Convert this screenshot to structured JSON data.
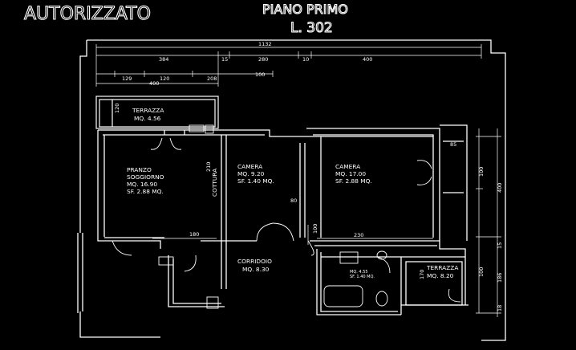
{
  "header": {
    "stamp": "AUTORIZZATO",
    "floor": "PIANO PRIMO",
    "unit": "L. 302"
  },
  "dimensions": {
    "total": "1132",
    "d384": "384",
    "d15a": "15",
    "d280": "280",
    "d10": "10",
    "d400a": "400",
    "d129": "129",
    "d120": "120",
    "d208": "208",
    "d100a": "100",
    "d400b": "400",
    "d120v": "120",
    "d210v": "210",
    "d80": "80",
    "d180": "180",
    "d100b": "100",
    "d230": "230",
    "d85": "85",
    "d100r": "100",
    "d400r": "400",
    "d15r": "15",
    "d170": "170",
    "d100s": "100",
    "d186": "186",
    "d18": "18"
  },
  "rooms": {
    "terrazza1": {
      "name": "TERRAZZA",
      "area": "MQ. 4.56"
    },
    "pranzo": {
      "name1": "PRANZO",
      "name2": "SOGGIORNO",
      "area": "MQ. 16.90",
      "sf": "SF. 2.88  MQ."
    },
    "cottura": {
      "name": "COTTURA"
    },
    "camera1": {
      "name": "CAMERA",
      "area": "MQ. 9.20",
      "sf": "SF. 1.40  MQ."
    },
    "camera2": {
      "name": "CAMERA",
      "area": "MQ. 17.00",
      "sf": "SF. 2.88  MQ."
    },
    "corridoio": {
      "name": "CORRIDOIO",
      "area": "MQ. 8.30"
    },
    "bagno": {
      "area": "MQ. 4.55",
      "sf": "SF. 1.40 MQ."
    },
    "terrazza2": {
      "name": "TERRAZZA",
      "area": "MQ. 8.20"
    }
  }
}
